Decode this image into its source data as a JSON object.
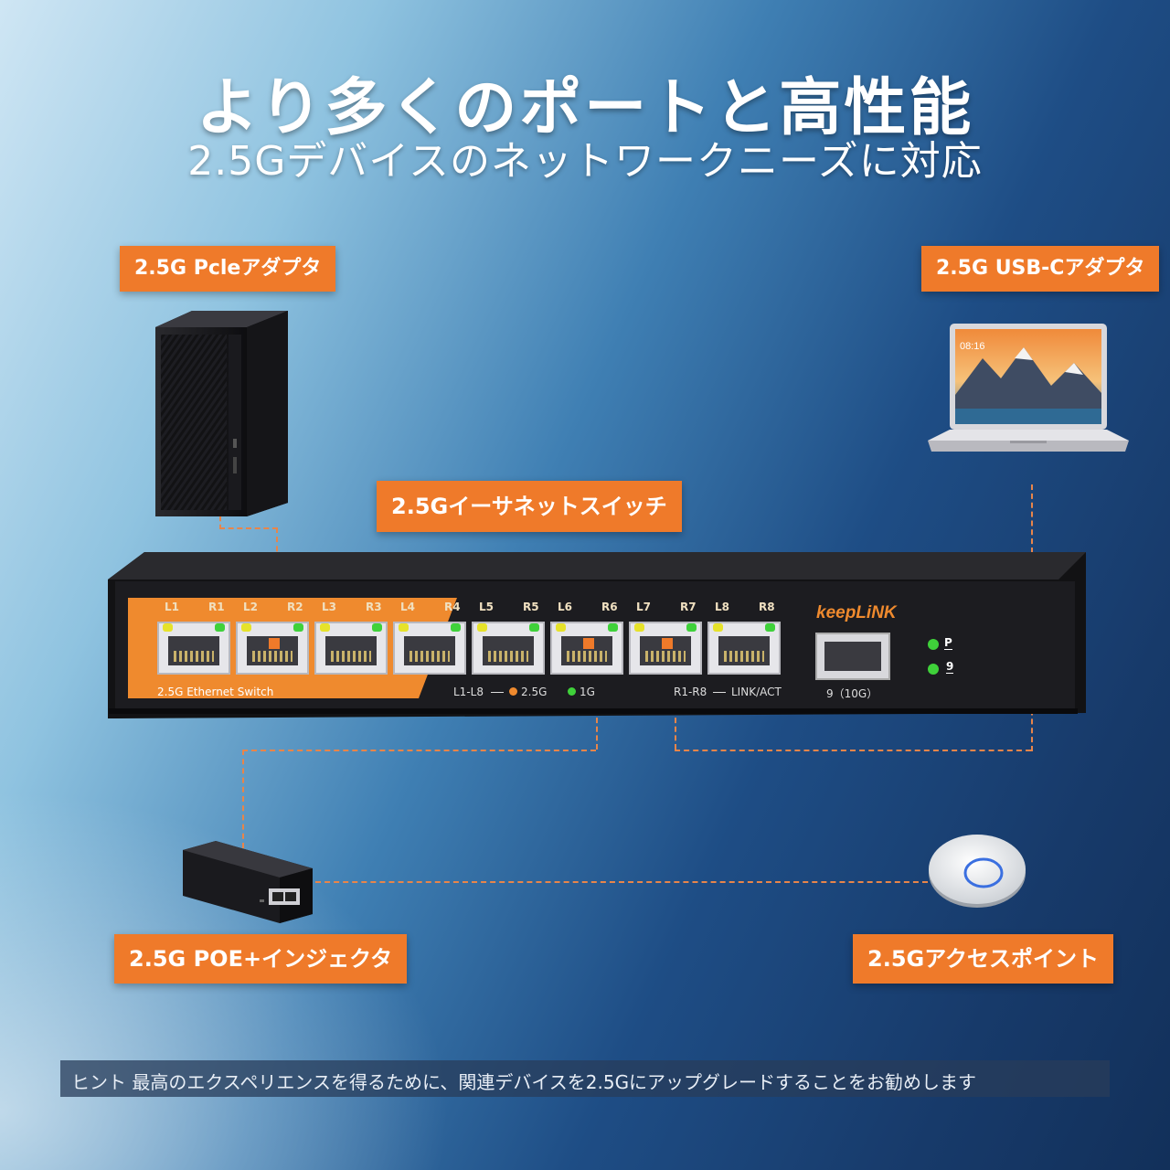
{
  "header": {
    "title": "より多くのポートと高性能",
    "subtitle": "2.5Gデバイスのネットワークニーズに対応"
  },
  "tags": {
    "pcie": "2.5G Pcleアダプタ",
    "usbc": "2.5G USB-Cアダプタ",
    "switch": "2.5Gイーサネットスイッチ",
    "poe": "2.5G POE+インジェクタ",
    "ap": "2.5Gアクセスポイント"
  },
  "switch": {
    "brand": "keepLiNK",
    "model_text": "2.5G Ethernet Switch",
    "port_labels": [
      "L1",
      "R1",
      "L2",
      "R2",
      "L3",
      "R3",
      "L4",
      "R4",
      "L5",
      "R5",
      "L6",
      "R6",
      "L7",
      "R7",
      "L8",
      "R8"
    ],
    "legend_l": "L1-L8",
    "legend_25g": "2.5G",
    "legend_1g": "1G",
    "legend_r": "R1-R8",
    "legend_link": "LINK/ACT",
    "sfp_label": "9（10G）",
    "side_p": "P",
    "side_9": "9"
  },
  "laptop": {
    "clock": "08:16"
  },
  "footer": {
    "text": "ヒント 最高のエクスペリエンスを得るために、関連デバイスを2.5Gにアップグレードすることをお勧めします"
  },
  "colors": {
    "accent_orange": "#ef7a2a",
    "led_green": "#3fd13a",
    "led_yellow": "#e6e22a"
  }
}
